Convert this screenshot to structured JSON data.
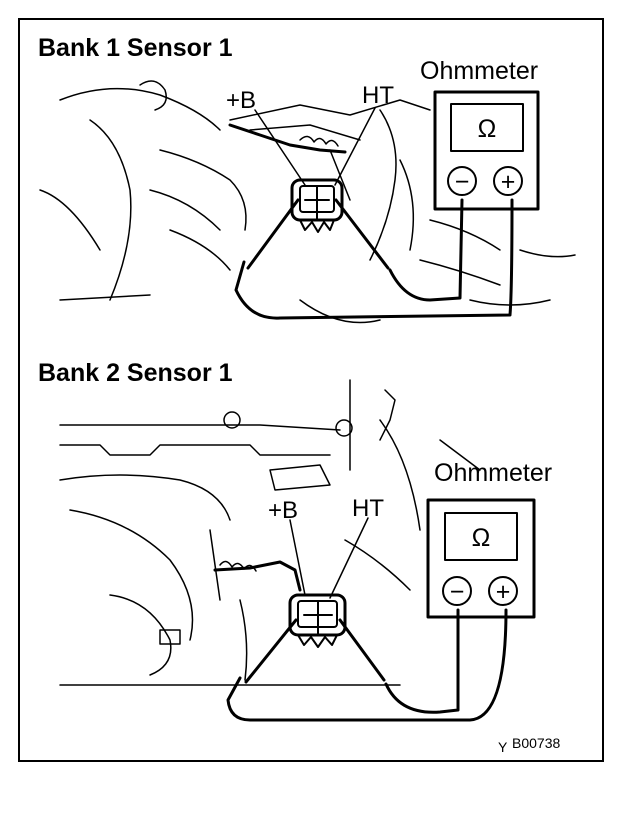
{
  "panels": [
    {
      "title": "Bank 1 Sensor 1",
      "meter_label": "Ohmmeter",
      "meter_symbol": "Ω",
      "minus_symbol": "−",
      "plus_symbol": "+",
      "terminal_b": "+B",
      "terminal_ht": "HT"
    },
    {
      "title": "Bank 2 Sensor 1",
      "meter_label": "Ohmmeter",
      "meter_symbol": "Ω",
      "minus_symbol": "−",
      "plus_symbol": "+",
      "terminal_b": "+B",
      "terminal_ht": "HT"
    }
  ],
  "figure_code": "B00738",
  "figure_prefix": "Y"
}
